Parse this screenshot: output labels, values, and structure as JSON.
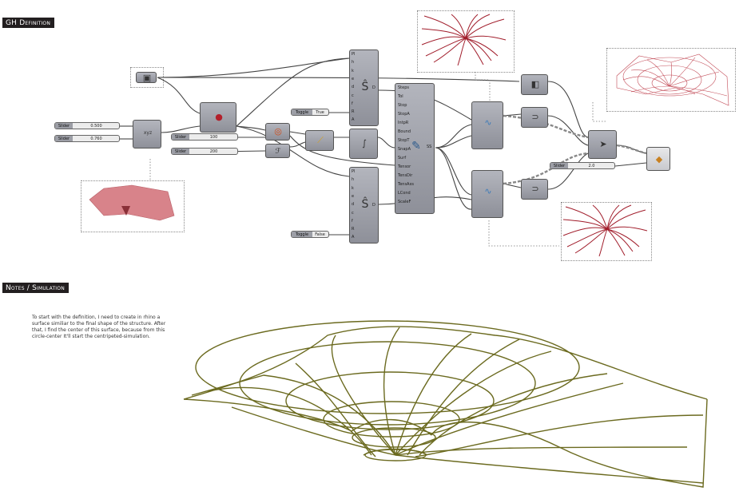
{
  "headers": {
    "gh_definition": "GH Definition",
    "notes_simulation": "Notes / Simulation"
  },
  "notes_text": "To start with the definition, I need to create in rhino a surface similiar to the final shape of the structure. After that, I find the center of this surface, because from this circle-center It'll start the  centripeted-simulation.",
  "sliders": [
    {
      "label": "Slider",
      "value": "0.500"
    },
    {
      "label": "Slider",
      "value": "0.760"
    },
    {
      "label": "Slider",
      "value": "100"
    },
    {
      "label": "Slider",
      "value": "200"
    },
    {
      "label": "Slider",
      "value": "2.0"
    }
  ],
  "toggles": [
    {
      "label": "Toggle",
      "value": "True"
    },
    {
      "label": "Toggle",
      "value": "False"
    }
  ],
  "kangaroo_inputs": [
    "Steps",
    "Tol",
    "Stop",
    "StopA",
    "IntpR",
    "Bound",
    "StopT",
    "SnapA",
    "Surf",
    "Tensor",
    "TensDir",
    "TensAxs",
    "LCond",
    "ScaleF"
  ],
  "kangaroo_output": "SS",
  "unroll_inputs": [
    "Pl",
    "h",
    "k",
    "e",
    "d",
    "c",
    "f",
    "R",
    "A"
  ],
  "unroll_output": "D",
  "component_icons": {
    "surface": "surface-param-icon",
    "xyz": "xyz-icon",
    "evaluate": "evaluate-surface-icon",
    "sphere": "sphere-icon",
    "series": "series-icon",
    "line": "line-icon",
    "curve": "curve-icon",
    "kangaroo": "wrench-icon",
    "interp": "interpolate-icon",
    "join": "join-icon",
    "weave": "weave-icon",
    "pipe": "pipe-icon",
    "bake": "bake-icon"
  },
  "accent_colors": {
    "header_bg": "#231f20",
    "component": "#9a9ca5",
    "curve": "#b22232",
    "mesh": "#6b6a1f"
  }
}
